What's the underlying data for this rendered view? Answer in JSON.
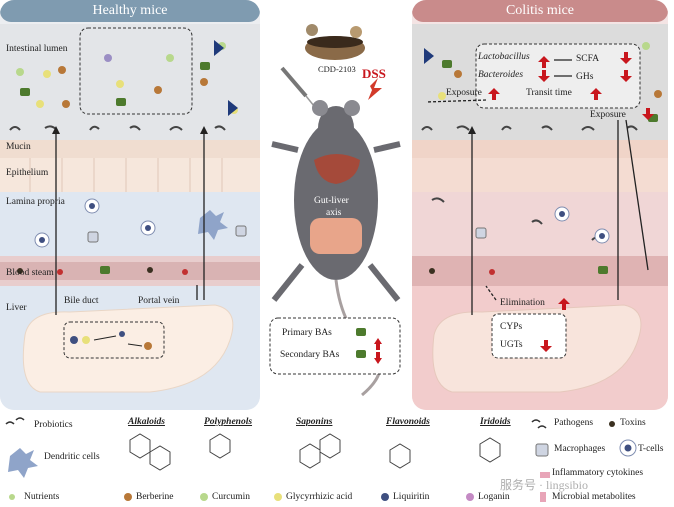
{
  "colors": {
    "healthy_title_bg": "#7f9bb0",
    "colitis_title_bg": "#c98b8b",
    "red_arrow": "#c8161d",
    "dss_text": "#c8161d"
  },
  "left_panel": {
    "title": "Healthy mice",
    "labels": {
      "lumen": "Intestinal lumen",
      "mucin": "Mucin",
      "epithelium": "Epithelium",
      "lamina": "Lamina propria",
      "blood": "Blood steam",
      "liver": "Liver",
      "bile_duct": "Bile duct",
      "portal_vein": "Portal vein"
    }
  },
  "center": {
    "herb_label": "CDD-2103",
    "dss_label": "DSS",
    "axis_label_1": "Gut-liver",
    "axis_label_2": "axis",
    "primary": "Primary BAs",
    "secondary": "Secondary BAs"
  },
  "right_panel": {
    "title": "Colitis mice",
    "lactobacillus": "Lactobacillus",
    "bacteroides": "Bacteroides",
    "scfa": "SCFA",
    "ghs": "GHs",
    "exposure": "Exposure",
    "transit": "Transit time",
    "exposure2": "Exposure",
    "elimination": "Elimination",
    "cyps": "CYPs",
    "ugts": "UGTs"
  },
  "legend": {
    "probiotics": "Probiotics",
    "dendritic": "Dendritic cells",
    "nutrients": "Nutrients",
    "alkaloids": "Alkaloids",
    "berberine": "Berberine",
    "polyphenols": "Polyphenols",
    "curcumin": "Curcumin",
    "saponins": "Saponins",
    "glycyrrhizic": "Glycyrrhizic acid",
    "flavonoids": "Flavonoids",
    "liquiritin": "Liquiritin",
    "iridoids": "Iridoids",
    "loganin": "Loganin",
    "pathogens": "Pathogens",
    "macrophages": "Macrophages",
    "inflammatory": "Inflammatory cytokines",
    "microbial": "Microbial metabolites",
    "toxins": "Toxins",
    "tcells": "T-cells",
    "watermark": "服务号 · lingsibio"
  }
}
